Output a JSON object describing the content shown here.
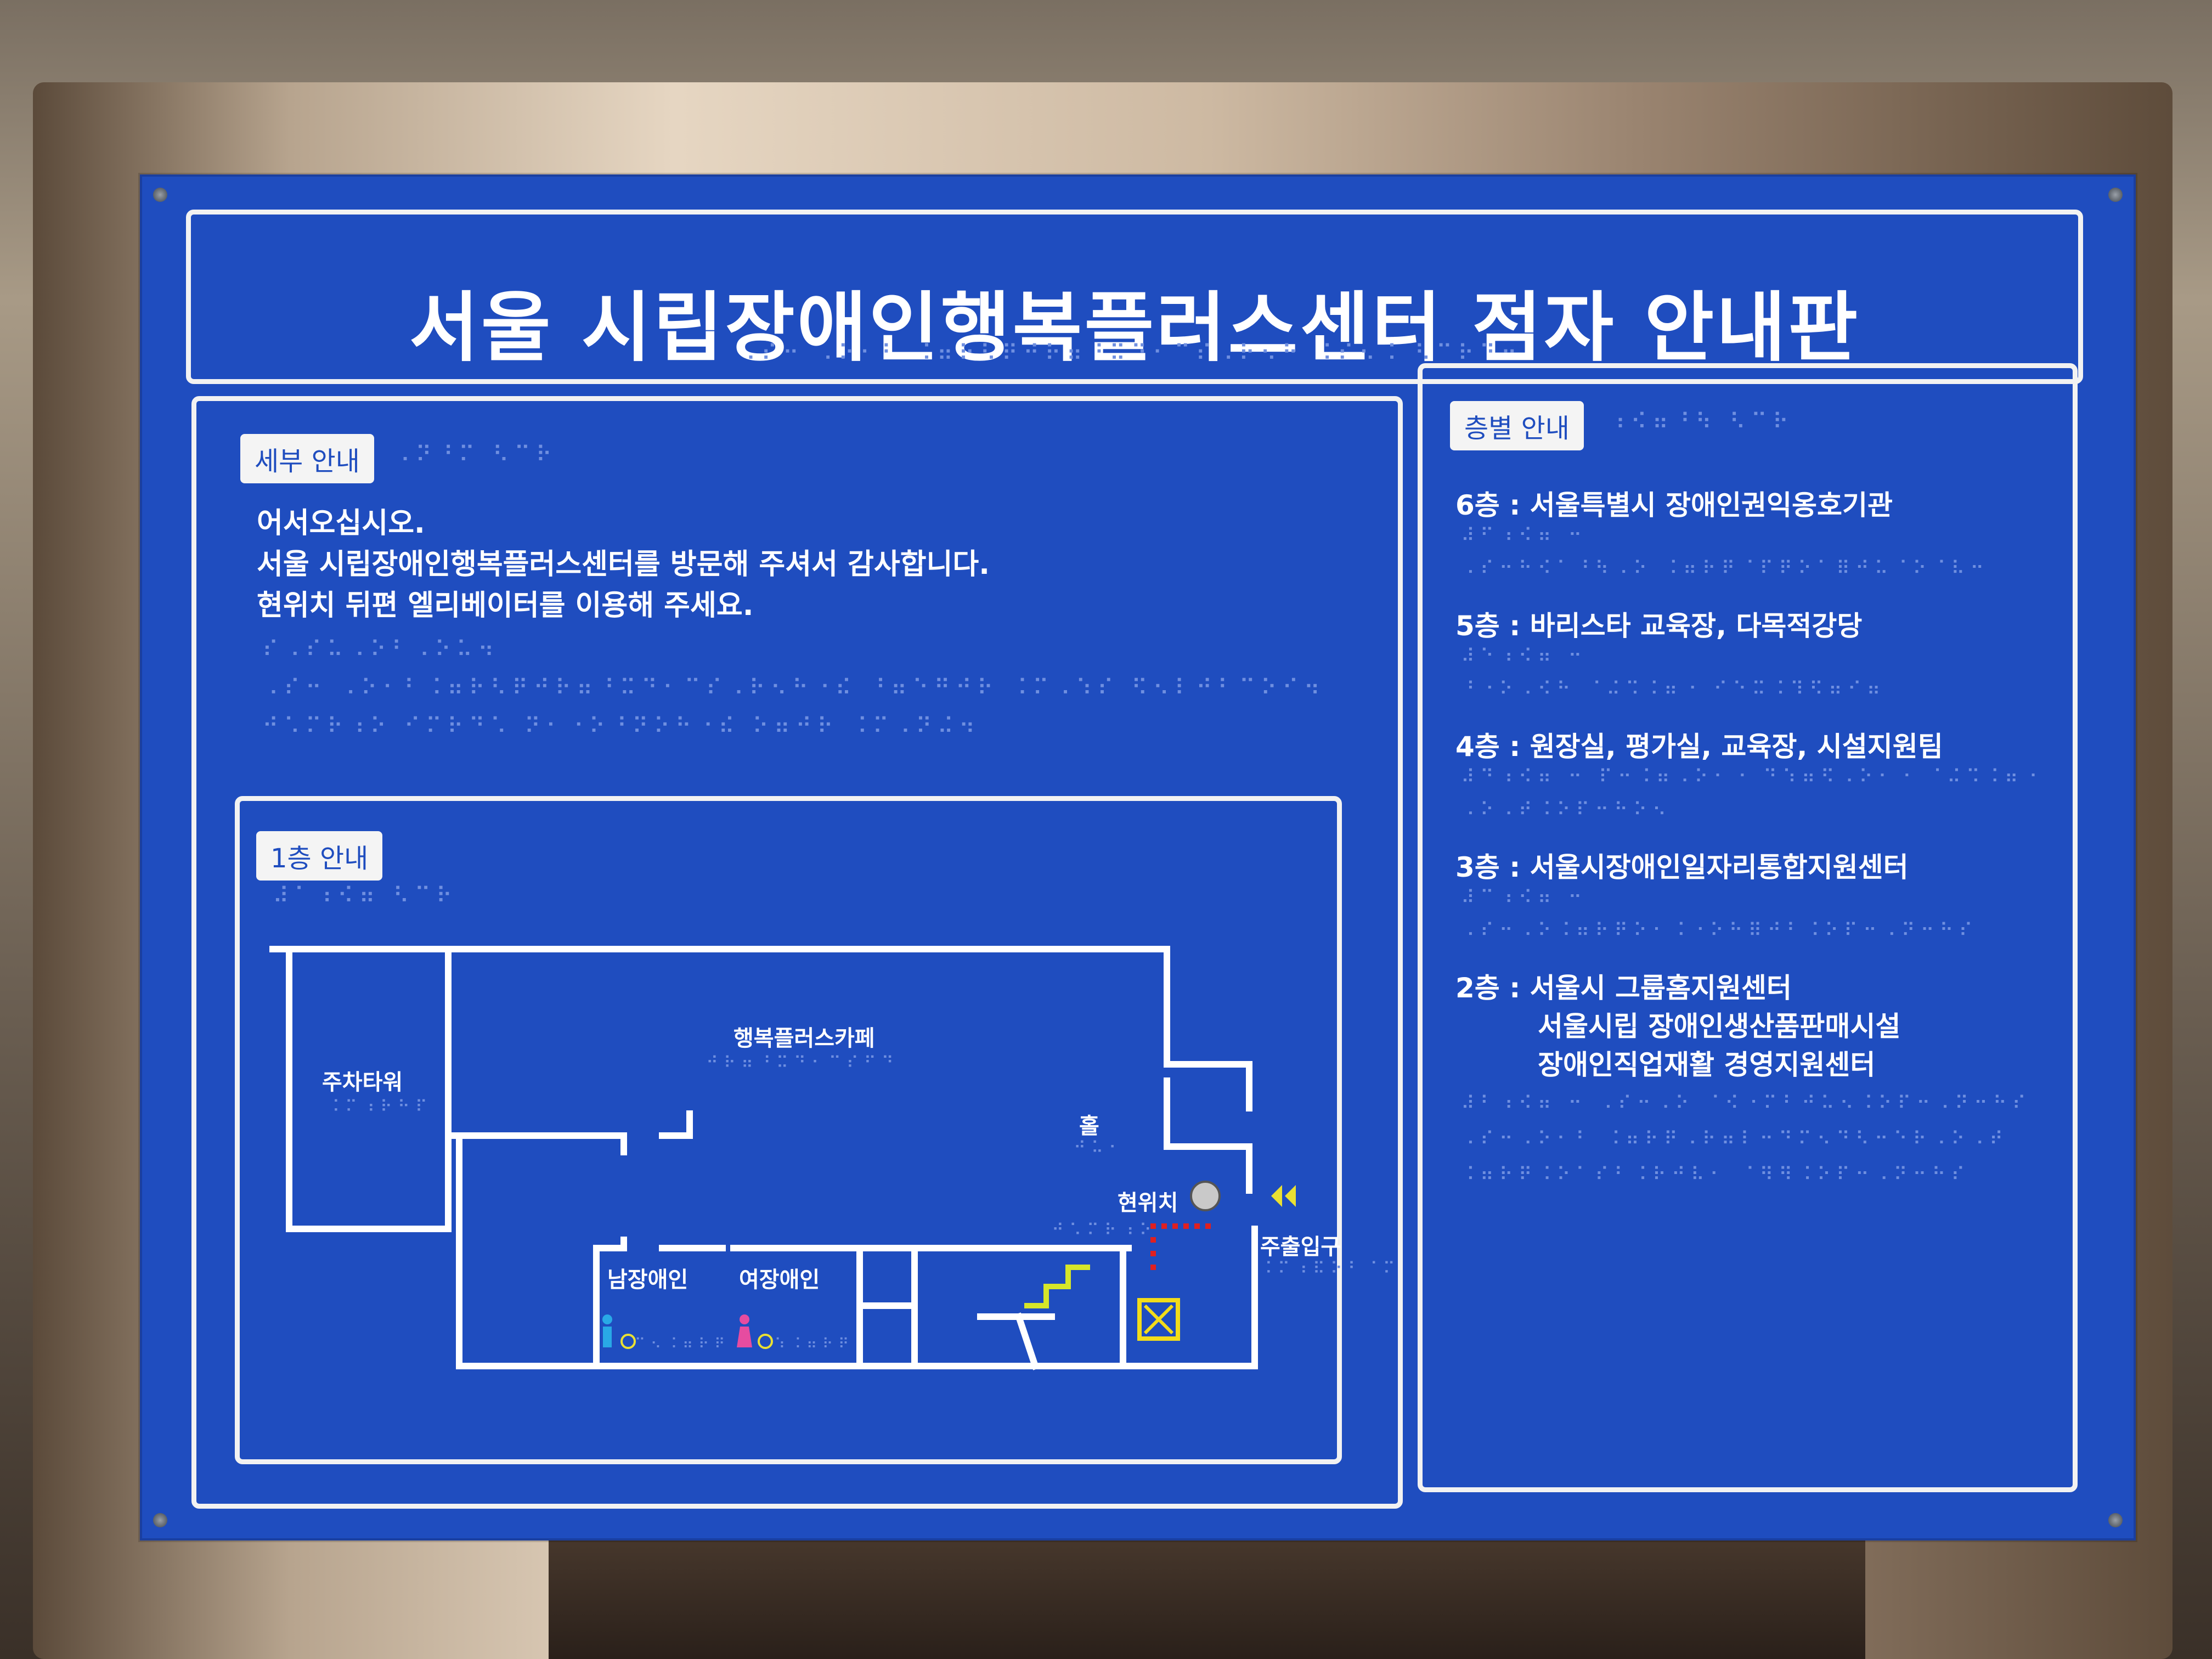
{
  "sign": {
    "title": "서울 시립장애인행복플러스센터 점자 안내판",
    "braille_title": "⠠⠎⠒ ⠠⠕⠂⠃ ⠨⠶⠗⠣⠟⠚⠗⠶⠘⠭⠙⠂⠉⠎⠠⠗⠢⠓ ⠨⠎⠢⠨ ⠣⠉⠗⠙⠒"
  },
  "details": {
    "tag": "세부 안내",
    "braille_tag": "⠠⠝⠘⠍ ⠣⠉⠗",
    "lines": [
      "어서오십시오.",
      "서울 시립장애인행복플러스센터를 방문해 주셔서 감사합니다.",
      "현위치 뒤편 엘리베이터를 이용해 주세요."
    ],
    "braille_lines": [
      "⠎⠠⠎⠥⠠⠕⠃⠠⠕⠥⠲",
      "⠠⠎⠒ ⠠⠕⠂⠃⠨⠶⠗⠣⠟⠚⠗⠶⠘⠭⠙⠂⠉⠎⠠⠗⠢⠓⠐⠮ ⠘⠶⠑⠛⠚⠗ ⠨⠍⠠⠱⠎ ⠫⠢⠇⠚⠃⠉⠕⠊⠲",
      "⠚⠡⠍⠗⠰⠕ ⠊⠍⠗⠙⠡ ⠝⠂⠐⠕⠘⠝⠕⠓⠐⠮ ⠕⠶⠚⠗ ⠨⠍⠠⠝⠬⠲"
    ]
  },
  "floor1": {
    "tag": "1층 안내",
    "braille_tag": "⠼⠁⠰⠪⠶ ⠣⠉⠗",
    "rooms": {
      "parking": "주차타워",
      "cafe": "행복플러스카페",
      "hall": "홀",
      "current": "현위치",
      "entrance": "주출입구",
      "mens": "남장애인",
      "womens": "여장애인"
    },
    "braille_parking": "⠨⠍⠰⠗⠓⠏",
    "braille_cafe": "⠚⠗⠶⠘⠭⠙⠂⠉⠎⠋⠙",
    "braille_hall": "⠚⠥⠂",
    "braille_current": "⠚⠡⠍⠗⠰⠕",
    "braille_entrance": "⠨⠍⠰⠯⠕⠃⠈⠍",
    "braille_mens": "⠉⠢⠨⠶⠗⠟",
    "braille_womens": "⠱⠨⠶⠗⠟"
  },
  "floors": {
    "tag": "층별 안내",
    "braille_tag": "⠰⠪⠶⠘⠳ ⠣⠉⠗",
    "items": [
      {
        "label": "6층 : 서울특별시 장애인권익옹호기관",
        "braille": [
          "⠼⠋⠰⠪⠶ ⠒",
          "⠠⠎⠒⠓⠪⠁⠘⠳⠠⠕ ⠨⠶⠗⠟⠈⠏⠟⠕⠁⠿⠚⠥⠈⠕⠈⠧⠒"
        ]
      },
      {
        "label": "5층 : 바리스타 교육장, 다목적강당",
        "braille": [
          "⠼⠑⠰⠪⠶ ⠒",
          "⠘⠐⠕⠠⠪⠓ ⠈⠬⠩⠨⠶⠐ ⠊⠑⠭⠨⠹⠫⠶⠊⠶"
        ]
      },
      {
        "label": "4층 : 원장실, 평가실, 교육장, 시설지원팀",
        "braille": [
          "⠼⠙⠰⠪⠶ ⠒ ⠏⠒⠨⠶⠠⠕⠂⠐ ⠙⠱⠶⠫⠠⠕⠂⠐ ⠈⠬⠩⠨⠶⠐",
          "⠠⠕⠠⠞⠨⠕⠏⠒⠓⠕⠢"
        ]
      },
      {
        "label": "3층 : 서울시장애인일자리통합지원센터",
        "braille": [
          "⠼⠉⠰⠪⠶ ⠒",
          "⠠⠎⠒⠠⠕⠨⠶⠗⠟⠕⠂⠨⠐⠕⠓⠿⠚⠃⠨⠕⠏⠒⠠⠝⠒⠓⠎"
        ]
      },
      {
        "label": "2층 : 서울시 그룹홈지원센터",
        "braille": [
          "⠼⠃⠰⠪⠶ ⠒ ⠠⠎⠒⠠⠕ ⠈⠪⠐⠍⠃⠚⠥⠢⠨⠕⠏⠒⠠⠝⠒⠓⠎",
          "⠠⠎⠒⠠⠕⠂⠃ ⠨⠶⠗⠟⠠⠗⠶⠇⠒⠙⠍⠢⠙⠣⠒⠑⠗⠠⠕⠠⠞",
          "⠨⠶⠗⠟⠨⠕⠁⠎⠃⠨⠗⠚⠧⠂ ⠈⠻⠻⠨⠕⠏⠒⠠⠝⠒⠓⠎"
        ]
      }
    ],
    "extra_lines": [
      "서울시립 장애인생산품판매시설",
      "장애인직업재활 경영지원센터"
    ]
  }
}
